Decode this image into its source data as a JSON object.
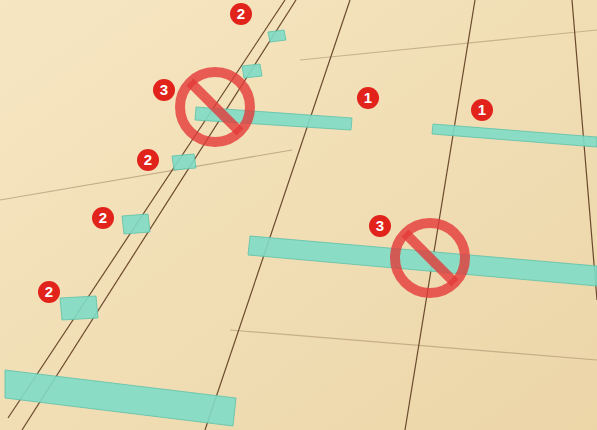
{
  "diagram": {
    "labels": [
      "2",
      "3",
      "1",
      "1",
      "2",
      "2",
      "3",
      "2"
    ]
  }
}
